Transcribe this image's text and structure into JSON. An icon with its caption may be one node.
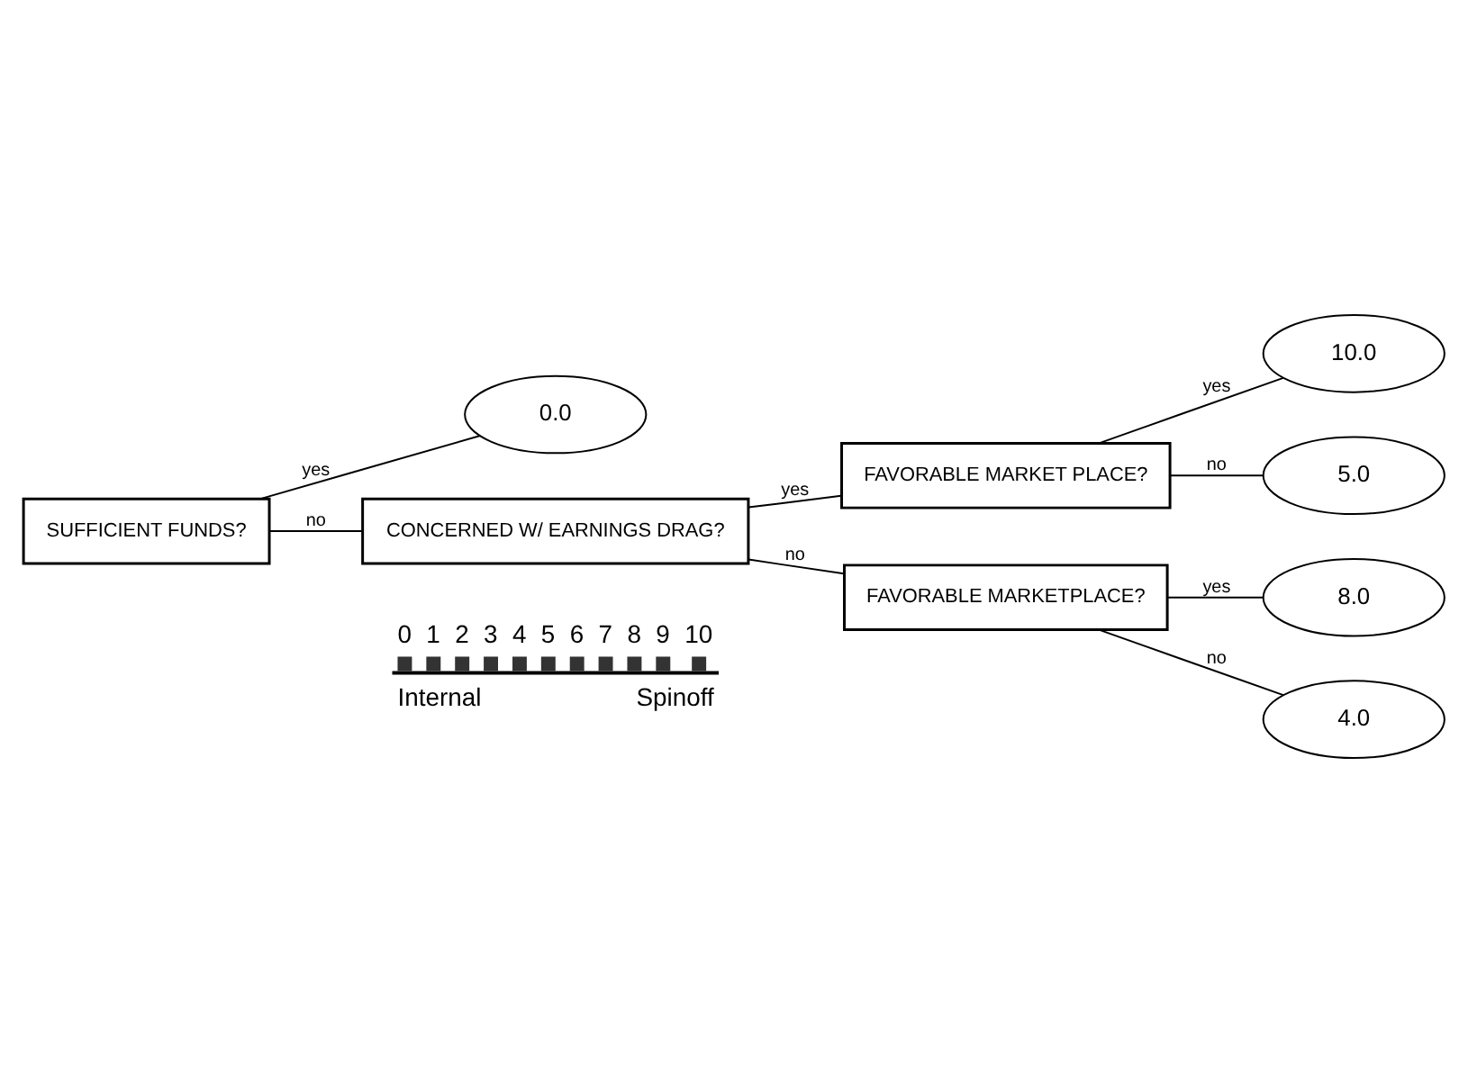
{
  "diagram": {
    "nodes": [
      {
        "text": [
          "SUFFICIENT FUNDS?"
        ]
      },
      {
        "text": [
          "0.0"
        ]
      },
      {
        "text": [
          "CONCERNED W/ EARNINGS DRAG?"
        ]
      },
      {
        "text": [
          "FAVORABLE MARKET PLACE?"
        ]
      },
      {
        "text": [
          "10.0"
        ]
      },
      {
        "text": [
          "5.0"
        ]
      },
      {
        "text": [
          "FAVORABLE MARKETPLACE?"
        ]
      },
      {
        "text": [
          "8.0"
        ]
      },
      {
        "text": [
          "4.0"
        ]
      }
    ],
    "edges": [
      {
        "from": 0,
        "to": 1,
        "arrow": "none",
        "label": "yes"
      },
      {
        "from": 0,
        "to": 2,
        "arrow": "none",
        "label": "no"
      },
      {
        "from": 2,
        "to": 3,
        "arrow": "none",
        "label": "yes"
      },
      {
        "from": 2,
        "to": 6,
        "arrow": "none",
        "label": "no"
      },
      {
        "from": 3,
        "to": 4,
        "arrow": "none",
        "label": "yes"
      },
      {
        "from": 3,
        "to": 5,
        "arrow": "none",
        "label": "no"
      },
      {
        "from": 6,
        "to": 7,
        "arrow": "none",
        "label": "yes"
      },
      {
        "from": 6,
        "to": 8,
        "arrow": "none",
        "label": "no"
      }
    ],
    "labels": [
      "0",
      "1",
      "2",
      "3",
      "4",
      "5",
      "6",
      "7",
      "8",
      "9",
      "10",
      "Internal",
      "Spinoff"
    ]
  }
}
